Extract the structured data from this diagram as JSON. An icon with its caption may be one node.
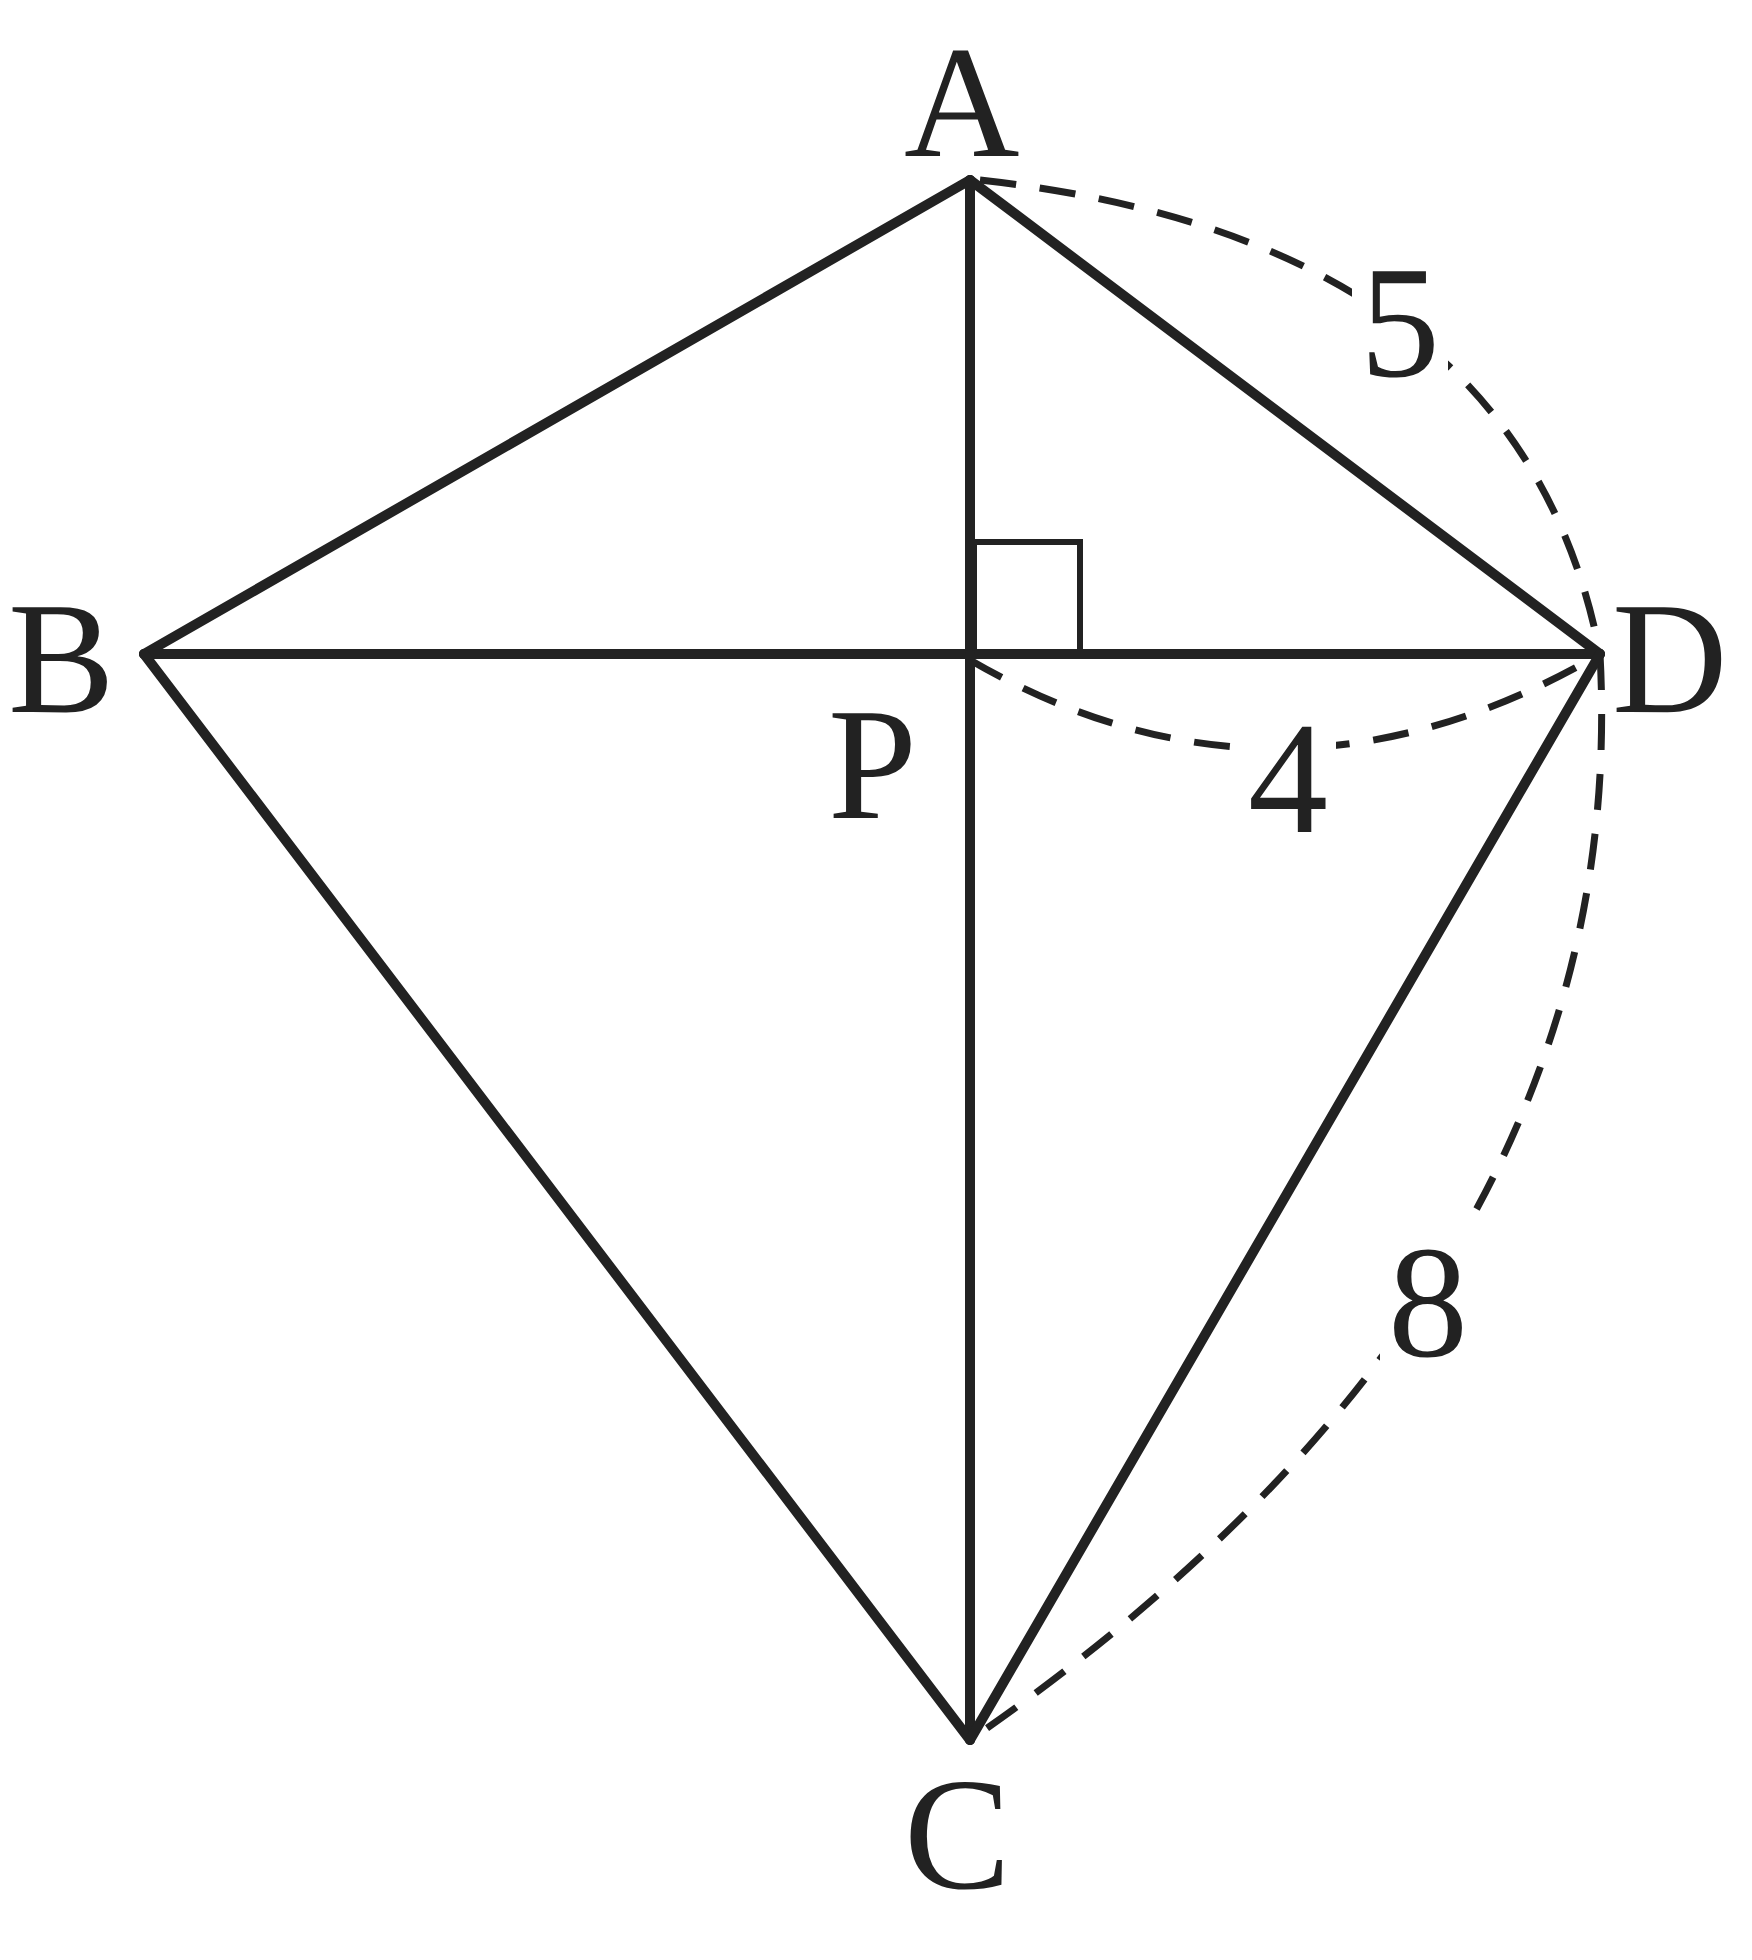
{
  "diagram": {
    "nodes": [
      {
        "text": [
          "A"
        ]
      },
      {
        "text": [
          "B"
        ]
      },
      {
        "text": [
          "D"
        ]
      },
      {
        "text": [
          "P"
        ]
      },
      {
        "text": [
          "C"
        ]
      }
    ],
    "edges": [
      {
        "from": 0,
        "to": 1,
        "arrow": "none"
      },
      {
        "from": 0,
        "to": 2,
        "arrow": "none"
      },
      {
        "from": 1,
        "to": 3,
        "arrow": "none"
      },
      {
        "from": 3,
        "to": 2,
        "arrow": "none"
      },
      {
        "from": 0,
        "to": 3,
        "arrow": "none"
      },
      {
        "from": 3,
        "to": 4,
        "arrow": "none"
      },
      {
        "from": 1,
        "to": 4,
        "arrow": "none"
      },
      {
        "from": 4,
        "to": 2,
        "arrow": "none"
      }
    ],
    "labels": [
      "5",
      "4",
      "8"
    ]
  }
}
